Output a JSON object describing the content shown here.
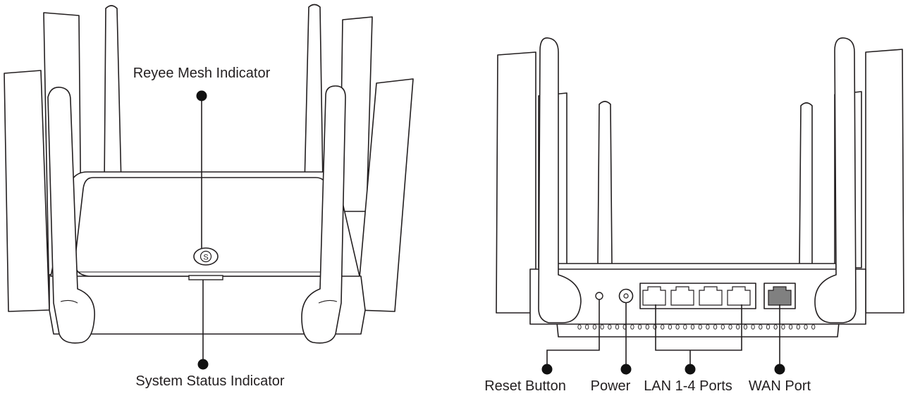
{
  "front_view": {
    "callouts": [
      {
        "id": "mesh",
        "label": "Reyee Mesh Indicator"
      },
      {
        "id": "status",
        "label": "System Status Indicator"
      }
    ],
    "logo_glyph": "S"
  },
  "rear_view": {
    "callouts": [
      {
        "id": "reset",
        "label": "Reset Button"
      },
      {
        "id": "power",
        "label": "Power"
      },
      {
        "id": "lan",
        "label": "LAN 1-4 Ports"
      },
      {
        "id": "wan",
        "label": "WAN Port"
      }
    ],
    "lan_port_count": 4,
    "wan_port_color": "#808080"
  },
  "colors": {
    "line": "#231f20",
    "dot": "#111111",
    "background": "#ffffff"
  }
}
